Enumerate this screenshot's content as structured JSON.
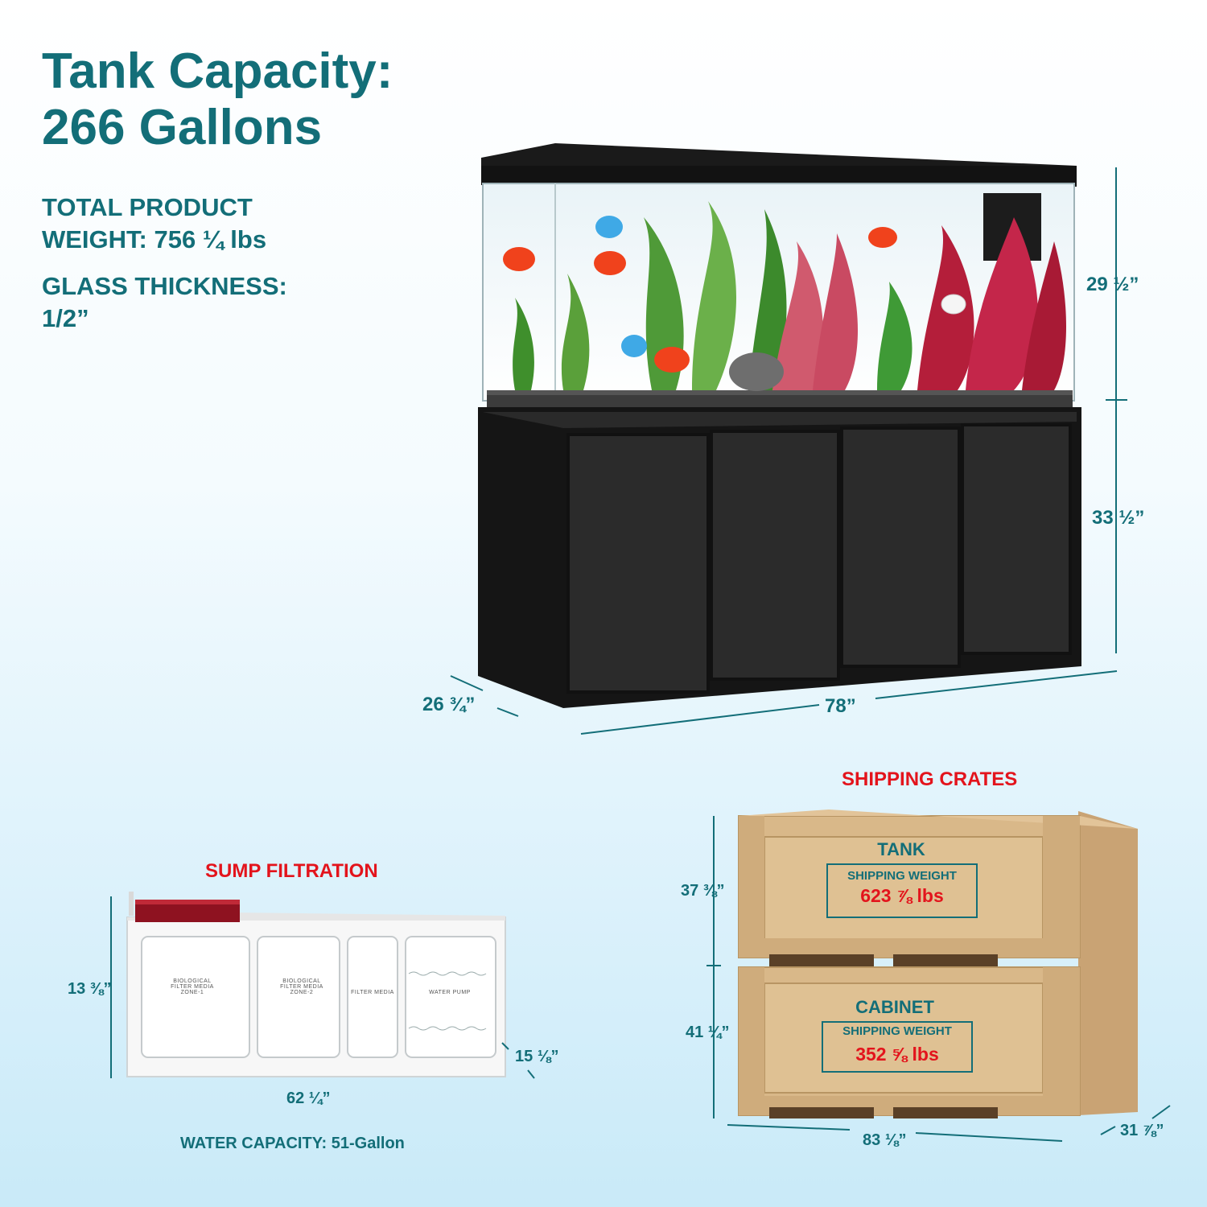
{
  "header": {
    "title_line1": "Tank Capacity:",
    "title_line2": "266 Gallons",
    "weight_line1": "TOTAL PRODUCT",
    "weight_line2": "WEIGHT: 756 ¼ lbs",
    "glass_line1": "GLASS THICKNESS:",
    "glass_line2": "1/2”"
  },
  "tank_dims": {
    "tank_height": "29 ½”",
    "cabinet_height": "33 ½”",
    "depth": "26 ¾”",
    "width": "78”"
  },
  "sump": {
    "title": "SUMP FILTRATION",
    "height": "13 ⅜”",
    "depth": "15 ⅛”",
    "width": "62 ¼”",
    "capacity": "WATER CAPACITY: 51-Gallon",
    "chambers": [
      "BIOLOGICAL FILTER MEDIA ZONE-1",
      "BIOLOGICAL FILTER MEDIA ZONE-2",
      "FILTER MEDIA",
      "WATER PUMP"
    ]
  },
  "crates": {
    "title": "SHIPPING CRATES",
    "tank_label": "TANK",
    "tank_weight_label": "SHIPPING WEIGHT",
    "tank_weight": "623 ⅞ lbs",
    "cabinet_label": "CABINET",
    "cabinet_weight_label": "SHIPPING WEIGHT",
    "cabinet_weight": "352 ⅝ lbs",
    "tank_crate_height": "37 ⅜”",
    "cabinet_crate_height": "41 ¼”",
    "width": "83 ⅛”",
    "depth": "31 ⅞”"
  },
  "colors": {
    "teal": "#136e78",
    "red": "#e3141c",
    "wood": "#d9b889"
  }
}
